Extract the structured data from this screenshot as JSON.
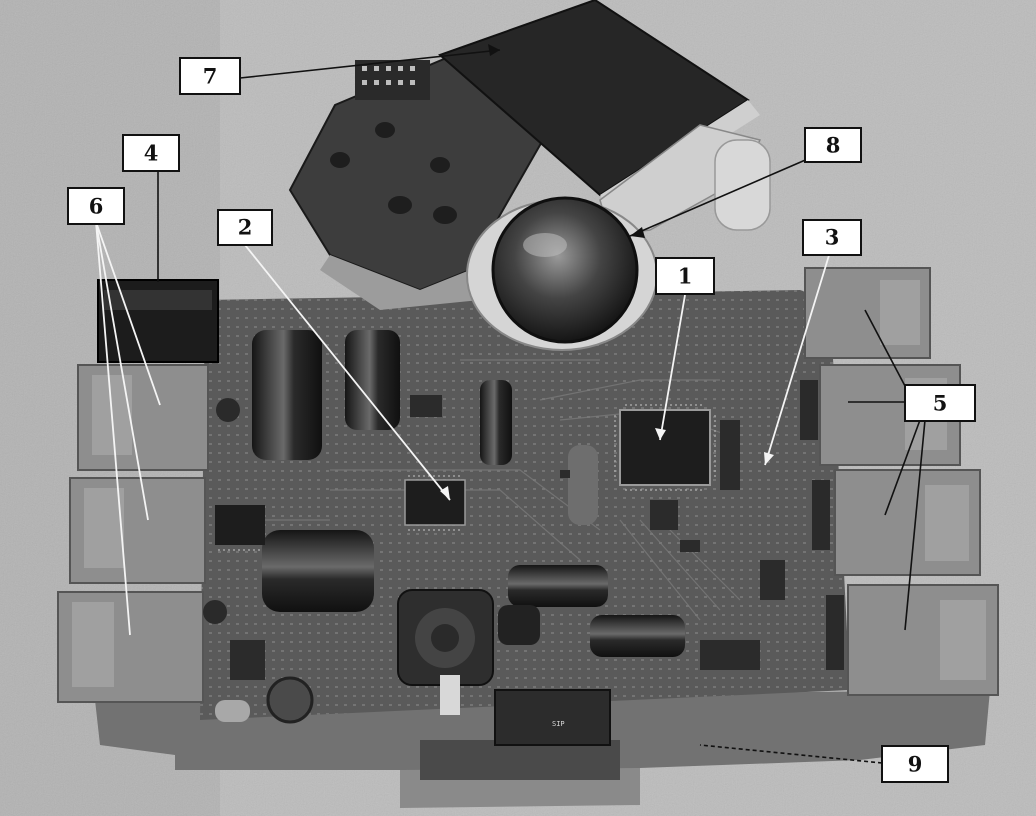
{
  "figure": {
    "callouts": [
      "1",
      "2",
      "3",
      "4",
      "5",
      "6",
      "7",
      "8",
      "9"
    ],
    "chip_label": "SIP"
  },
  "palette": {
    "board": "#5a5a5a",
    "board_dark": "#3a3a3a",
    "connector": "#8e8e8e",
    "background": "#bdbdbd"
  }
}
